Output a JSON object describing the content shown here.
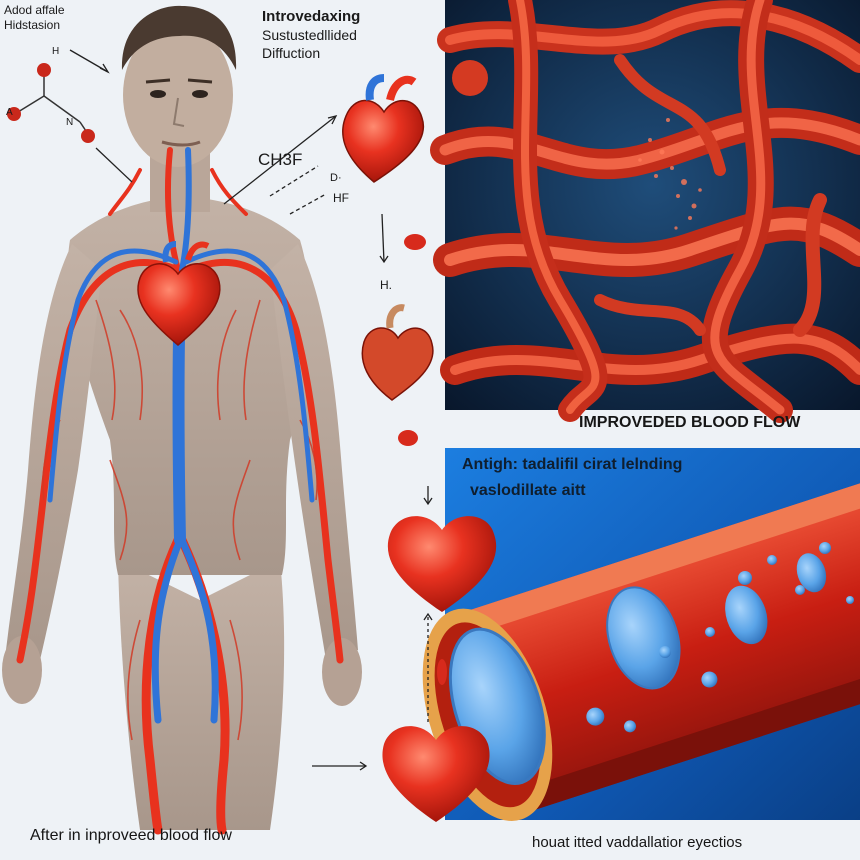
{
  "labels": {
    "top_left_line1": "Adod affale",
    "top_left_line2": "Hidstasion",
    "main_heading_line1": "Introvedaxing",
    "main_heading_line2": "Sustustedllided",
    "main_heading_line3": "Diffuction",
    "chem_h": "H",
    "chem_a": "A",
    "chem_n": "N",
    "chem_ch3f": "CH3F",
    "chem_d": "D·",
    "chem_hf": "HF",
    "chem_h_dot": "H.",
    "caption_top_right": "IMPROVEDED  BLOOD FLOW",
    "caption_mid_right_line1": "Antigh: tadalifil cirat lelnding",
    "caption_mid_right_line2": "vaslodillate aitt",
    "caption_bottom_left": "After  in inproveed blood flow",
    "caption_bottom_right": "houat itted vaddallatior eyectios"
  },
  "colors": {
    "artery_red": "#e8321e",
    "vein_blue": "#2f74d8",
    "pill_blue": "#5aa4e8",
    "heart_red": "#e42a18",
    "skin": "#b9a79a",
    "panel_dark": "#142a46",
    "panel_blue": "#1467c4"
  }
}
